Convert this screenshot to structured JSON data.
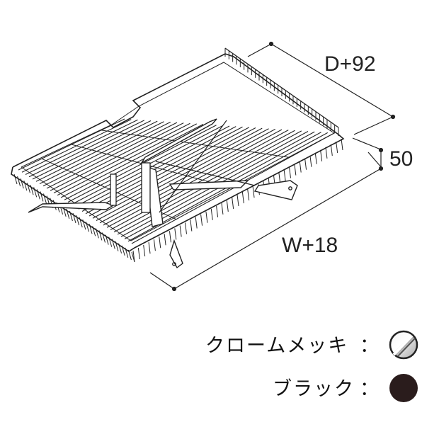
{
  "dimensions": {
    "depth": "D+92",
    "height": "50",
    "width": "W+18"
  },
  "legend": [
    {
      "label": "クロームメッキ",
      "separator": "：",
      "swatch": "chrome-swatch",
      "color": "#c8c8c8"
    },
    {
      "label": "ブラック",
      "separator": "：",
      "swatch": "black-swatch",
      "color": "#2a1c1c"
    }
  ],
  "colors": {
    "line": "#222222",
    "chrome_light": "#f2f2f2",
    "chrome_dark": "#9a9a9a",
    "black": "#2a1c1c"
  }
}
